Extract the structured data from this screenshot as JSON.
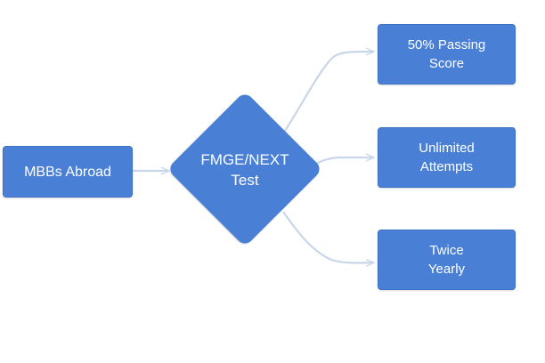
{
  "diagram": {
    "source": {
      "label": "MBBs Abroad"
    },
    "decision": {
      "line1": "FMGE/NEXT",
      "line2": "Test"
    },
    "outcomes": [
      {
        "line1": "50% Passing",
        "line2": "Score"
      },
      {
        "line1": "Unlimited",
        "line2": "Attempts"
      },
      {
        "line1": "Twice",
        "line2": "Yearly"
      }
    ]
  },
  "colors": {
    "node_fill": "#4a7fd6",
    "node_text": "#ffffff",
    "connector": "#c9d6ea"
  }
}
